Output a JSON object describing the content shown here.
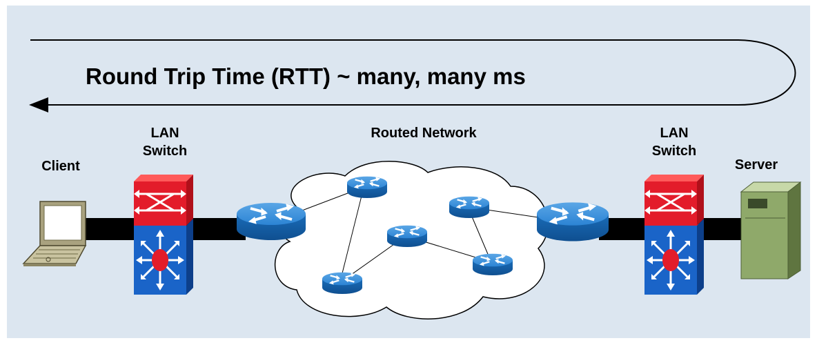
{
  "diagram": {
    "rtt_label": "Round Trip Time (RTT) ~ many, many ms",
    "client_label": "Client",
    "server_label": "Server",
    "left_switch_label": [
      "LAN",
      "Switch"
    ],
    "right_switch_label": [
      "LAN",
      "Switch"
    ],
    "cloud_label": "Routed Network"
  },
  "colors": {
    "background": "#dce6f0",
    "router": "#1f78c8",
    "switch_red": "#e31c2a",
    "switch_blue": "#1a64c8",
    "server": "#8fa96a",
    "link": "#000000"
  },
  "icons": {
    "client": "laptop-icon",
    "server": "server-tower-icon",
    "switch": "lan-switch-icon",
    "router": "router-icon",
    "cloud": "cloud-icon"
  }
}
